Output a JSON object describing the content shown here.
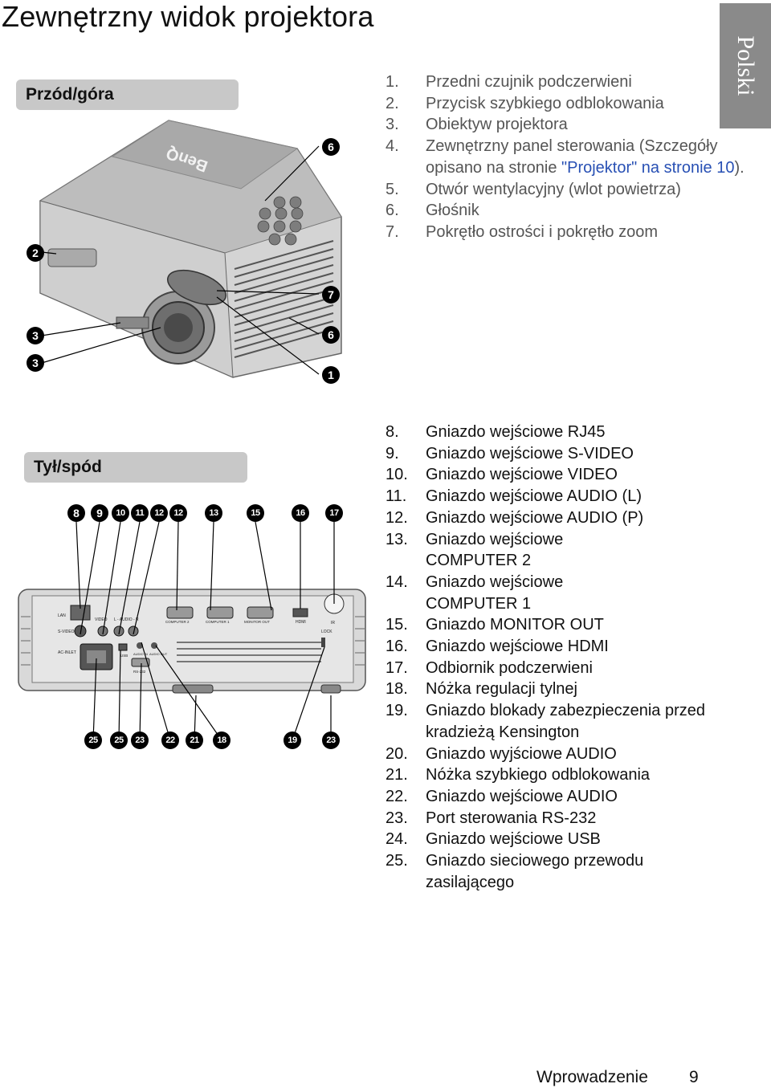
{
  "page_title": "Zewnętrzny widok projektora",
  "side_tab": "Polski",
  "front": {
    "label": "Przód/góra",
    "callouts": [
      "6",
      "2",
      "7",
      "3",
      "6",
      "3",
      "1"
    ],
    "items": [
      {
        "num": "1.",
        "text": "Przedni czujnik podczerwieni"
      },
      {
        "num": "2.",
        "text": "Przycisk szybkiego odblokowania"
      },
      {
        "num": "3.",
        "text": "Obiektyw projektora"
      },
      {
        "num": "4.",
        "text": "Zewnętrzny panel sterowania (Szczegóły opisano na stronie",
        "link": "\"Projektor\" na stronie 10",
        "after": ")."
      },
      {
        "num": "5.",
        "text": "Otwór wentylacyjny (wlot powietrza)"
      },
      {
        "num": "6.",
        "text": "Głośnik"
      },
      {
        "num": "7.",
        "text": "Pokrętło ostrości i pokrętło zoom"
      }
    ]
  },
  "back": {
    "label": "Tył/spód",
    "top_callouts": [
      "8",
      "9",
      "10",
      "11",
      "12",
      "12",
      "13",
      "15",
      "16",
      "17"
    ],
    "bottom_callouts": [
      "25",
      "25",
      "23",
      "22",
      "21",
      "18",
      "19",
      "23"
    ],
    "port_labels": {
      "lan": "LAN",
      "video": "VIDEO",
      "audio": "L - AUDIO - R",
      "computer2": "COMPUTER 2",
      "computer1": "COMPUTER 1",
      "monitor_out": "MONITOR OUT",
      "hdmi": "HDMI",
      "ir": "IR",
      "svideo": "S-VIDEO",
      "lock": "LOCK",
      "ac_inlet": "AC-INLET",
      "usb": "USB",
      "audio_in": "AUDIO IN",
      "audio_out": "AUDIO OUT",
      "rs232": "RS-232"
    },
    "items": [
      {
        "num": "8.",
        "text": "Gniazdo wejściowe RJ45"
      },
      {
        "num": "9.",
        "text": "Gniazdo wejściowe S-VIDEO"
      },
      {
        "num": "10.",
        "text": "Gniazdo wejściowe VIDEO"
      },
      {
        "num": "11.",
        "text": "Gniazdo wejściowe AUDIO (L)"
      },
      {
        "num": "12.",
        "text": "Gniazdo wejściowe AUDIO (P)"
      },
      {
        "num": "13.",
        "text": "Gniazdo wejściowe COMPUTER 2"
      },
      {
        "num": "14.",
        "text": "Gniazdo wejściowe COMPUTER 1"
      },
      {
        "num": "15.",
        "text": "Gniazdo MONITOR OUT"
      },
      {
        "num": "16.",
        "text": "Gniazdo wejściowe HDMI"
      },
      {
        "num": "17.",
        "text": "Odbiornik podczerwieni"
      },
      {
        "num": "18.",
        "text": "Nóżka regulacji tylnej"
      },
      {
        "num": "19.",
        "text": "Gniazdo blokady zabezpieczenia przed kradzieżą Kensington"
      },
      {
        "num": "20.",
        "text": "Gniazdo wyjściowe AUDIO"
      },
      {
        "num": "21.",
        "text": "Nóżka szybkiego odblokowania"
      },
      {
        "num": "22.",
        "text": "Gniazdo wejściowe AUDIO"
      },
      {
        "num": "23.",
        "text": "Port sterowania RS-232"
      },
      {
        "num": "24.",
        "text": "Gniazdo wejściowe USB"
      },
      {
        "num": "25.",
        "text": "Gniazdo sieciowego przewodu zasilającego"
      }
    ]
  },
  "footer": {
    "section": "Wprowadzenie",
    "page": "9"
  }
}
